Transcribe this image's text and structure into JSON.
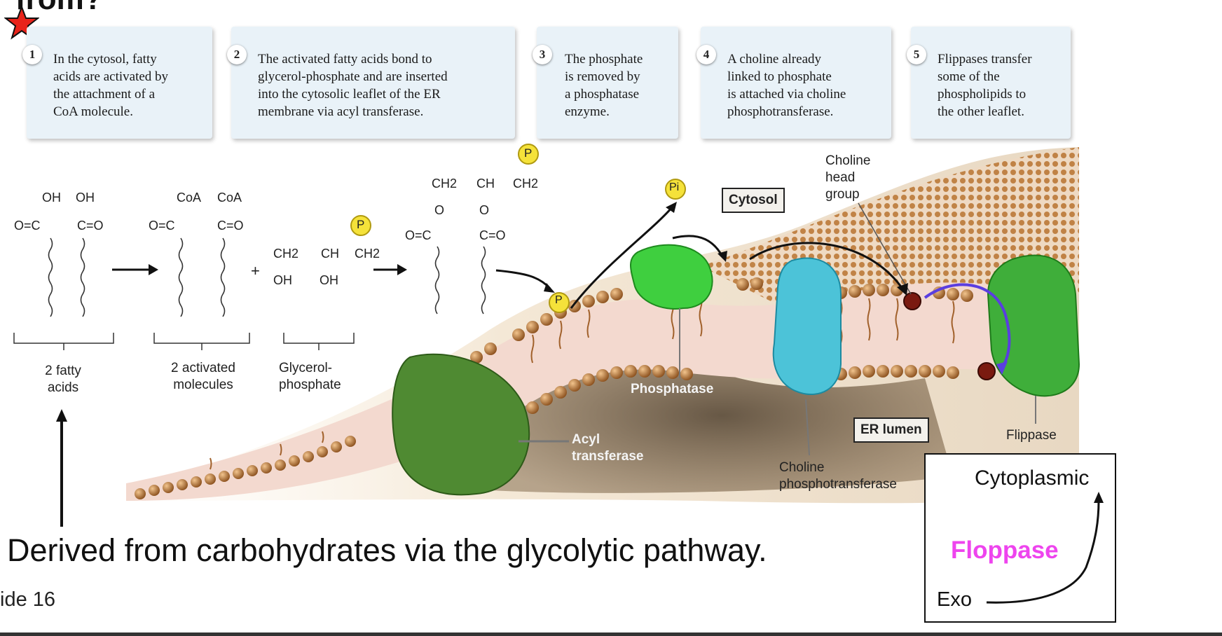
{
  "slide": {
    "title_fragment": "from?",
    "footer": "ide 16",
    "caption": "Derived from carbohydrates via the glycolytic pathway."
  },
  "steps": [
    {
      "num": "1",
      "text": "In the cytosol, fatty\nacids are activated by\nthe attachment of a\nCoA molecule."
    },
    {
      "num": "2",
      "text": "The activated fatty acids bond to\nglycerol-phosphate and are inserted\ninto the cytosolic leaflet of the ER\nmembrane via acyl transferase."
    },
    {
      "num": "3",
      "text": "The phosphate\nis removed by\na phosphatase\nenzyme."
    },
    {
      "num": "4",
      "text": "A choline already\nlinked to phosphate\nis attached via choline\nphosphotransferase."
    },
    {
      "num": "5",
      "text": "Flippases transfer\nsome of the\nphospholipids to\nthe other leaflet."
    }
  ],
  "chemistry": {
    "oh": "OH",
    "coa": "CoA",
    "acyl_left": "O=C",
    "acyl_right": "C=O",
    "o": "O",
    "plus": "+",
    "p": "P",
    "pi": "Pi",
    "ch2": "CH2",
    "ch": "CH"
  },
  "labels": {
    "fatty_acids": "2 fatty\nacids",
    "activated": "2 activated\nmolecules",
    "glycerol": "Glycerol-\nphosphate",
    "cytosol": "Cytosol",
    "choline_head": "Choline\nhead\ngroup",
    "phosphatase": "Phosphatase",
    "acyl_transferase": "Acyl\ntransferase",
    "er_lumen": "ER lumen",
    "choline_phospho": "Choline\nphosphotransferase",
    "flippase": "Flippase"
  },
  "inset": {
    "top": "Cytoplasmic",
    "middle": "Floppase",
    "bottom": "Exo"
  },
  "colors": {
    "accent_magenta": "#ee44ee",
    "star": "#e8231a",
    "membrane_head": "#b9732f",
    "phosphatase": "#3fcf3f",
    "acyl_transferase": "#4f8a32",
    "choline_phospho": "#4cc3d8",
    "flippase": "#3fae3a",
    "flippase_arrow": "#5a3ee0",
    "phosphate": "#f5e23a"
  }
}
